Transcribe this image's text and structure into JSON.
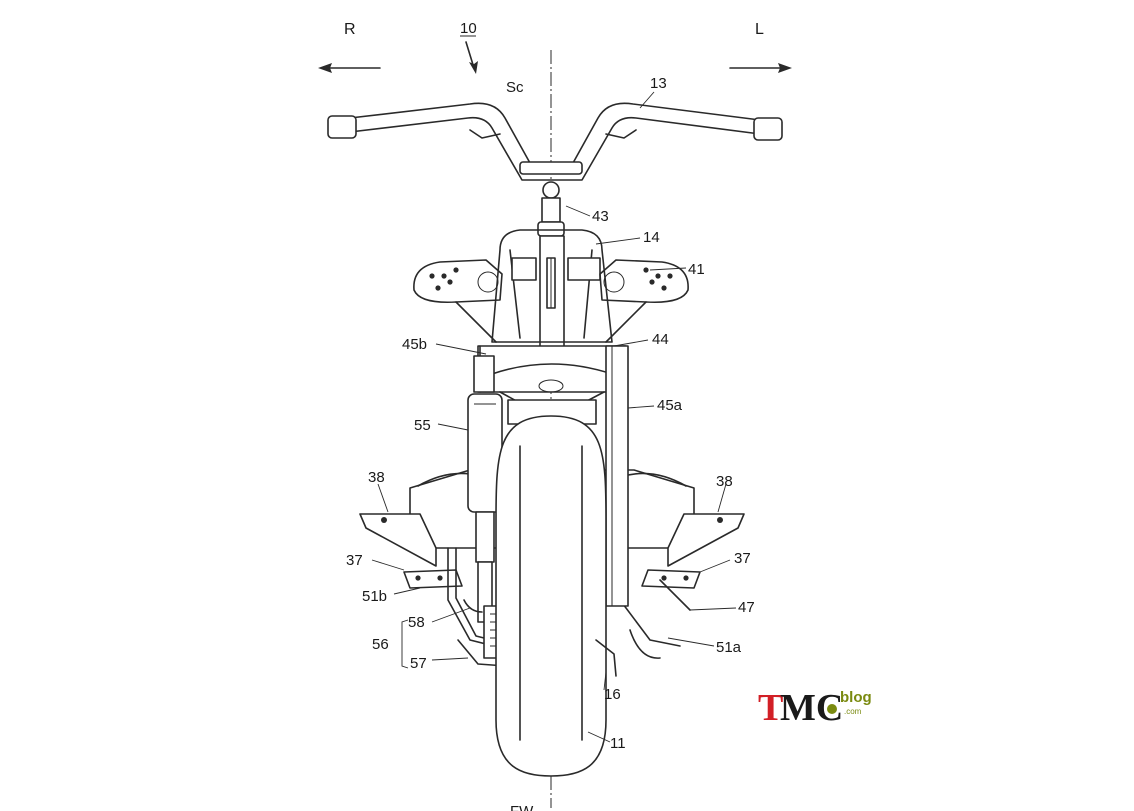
{
  "figure": {
    "direction_right": "R",
    "direction_left": "L",
    "vehicle_ref": "10",
    "centerline_label": "Sc",
    "bottom_label": "FW",
    "callouts": [
      {
        "id": "13",
        "text": "13"
      },
      {
        "id": "43",
        "text": "43"
      },
      {
        "id": "14",
        "text": "14"
      },
      {
        "id": "41",
        "text": "41"
      },
      {
        "id": "45b",
        "text": "45b"
      },
      {
        "id": "44",
        "text": "44"
      },
      {
        "id": "45a",
        "text": "45a"
      },
      {
        "id": "55",
        "text": "55"
      },
      {
        "id": "38-right",
        "text": "38"
      },
      {
        "id": "38-left",
        "text": "38"
      },
      {
        "id": "37-right",
        "text": "37"
      },
      {
        "id": "37-left",
        "text": "37"
      },
      {
        "id": "51b",
        "text": "51b"
      },
      {
        "id": "47",
        "text": "47"
      },
      {
        "id": "58",
        "text": "58"
      },
      {
        "id": "56",
        "text": "56"
      },
      {
        "id": "51a",
        "text": "51a"
      },
      {
        "id": "57",
        "text": "57"
      },
      {
        "id": "16",
        "text": "16"
      },
      {
        "id": "11",
        "text": "11"
      }
    ]
  },
  "watermark": {
    "t": "T",
    "mc": "MC",
    "blog": "blog",
    "com": ".com",
    "colors": {
      "red": "#d21f26",
      "black": "#1a1a1a",
      "olive": "#7a8a10"
    }
  }
}
